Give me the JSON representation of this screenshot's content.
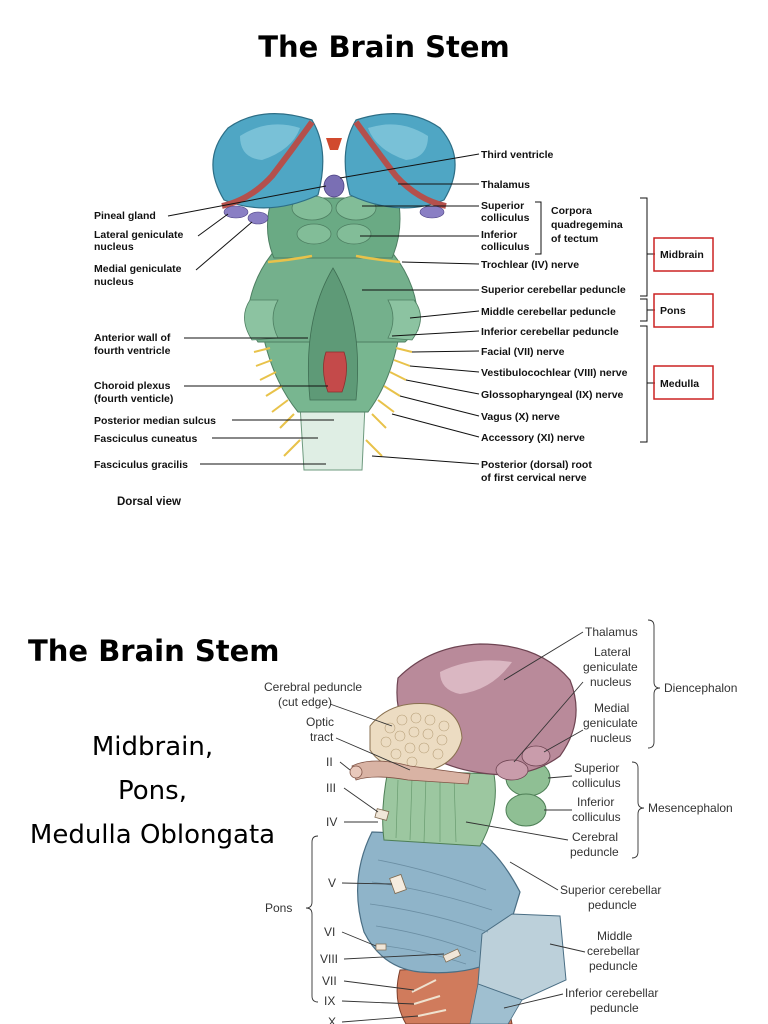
{
  "slide1": {
    "title": "The Brain Stem",
    "view_caption": "Dorsal view",
    "left_labels": {
      "pineal_gland": "Pineal gland",
      "lateral_geniculate_1": "Lateral geniculate",
      "lateral_geniculate_2": "nucleus",
      "medial_geniculate_1": "Medial geniculate",
      "medial_geniculate_2": "nucleus",
      "anterior_wall_1": "Anterior wall of",
      "anterior_wall_2": "fourth ventricle",
      "choroid_plexus_1": "Choroid plexus",
      "choroid_plexus_2": "(fourth venticle)",
      "posterior_median_sulcus": "Posterior median sulcus",
      "fasciculus_cuneatus": "Fasciculus cuneatus",
      "fasciculus_gracilis": "Fasciculus gracilis"
    },
    "right_labels": {
      "third_ventricle": "Third ventricle",
      "thalamus": "Thalamus",
      "superior_colliculus_1": "Superior",
      "superior_colliculus_2": "colliculus",
      "inferior_colliculus_1": "Inferior",
      "inferior_colliculus_2": "colliculus",
      "corpora_1": "Corpora",
      "corpora_2": "quadregemina",
      "corpora_3": "of tectum",
      "trochlear": "Trochlear (IV) nerve",
      "superior_cerebellar": "Superior cerebellar peduncle",
      "middle_cerebellar": "Middle cerebellar peduncle",
      "inferior_cerebellar": "Inferior cerebellar peduncle",
      "facial": "Facial (VII) nerve",
      "vestibulocochlear": "Vestibulocochlear (VIII) nerve",
      "glossopharyngeal": "Glossopharyngeal (IX) nerve",
      "vagus": "Vagus (X) nerve",
      "accessory": "Accessory (XI) nerve",
      "posterior_root_1": "Posterior (dorsal) root",
      "posterior_root_2": "of first cervical nerve"
    },
    "region_boxes": {
      "midbrain": "Midbrain",
      "pons": "Pons",
      "medulla": "Medulla"
    },
    "colors": {
      "region_box": "#cc2222",
      "thalamus": "#4fa6c4",
      "brainstem": "#6fb08a",
      "nerves": "#e8c24a",
      "choroid": "#c44a4a"
    }
  },
  "slide2": {
    "title": "The Brain Stem",
    "bullets": [
      "Midbrain,",
      "Pons,",
      "Medulla Oblongata"
    ],
    "labels": {
      "cerebral_peduncle_cut_1": "Cerebral peduncle",
      "cerebral_peduncle_cut_2": "(cut edge)",
      "optic_tract_1": "Optic",
      "optic_tract_2": "tract",
      "thalamus": "Thalamus",
      "lateral_geniculate_1": "Lateral",
      "lateral_geniculate_2": "geniculate",
      "lateral_geniculate_3": "nucleus",
      "medial_geniculate_1": "Medial",
      "medial_geniculate_2": "geniculate",
      "medial_geniculate_3": "nucleus",
      "diencephalon": "Diencephalon",
      "superior_colliculus_1": "Superior",
      "superior_colliculus_2": "colliculus",
      "inferior_colliculus_1": "Inferior",
      "inferior_colliculus_2": "colliculus",
      "cerebral_peduncle_1": "Cerebral",
      "cerebral_peduncle_2": "peduncle",
      "mesencephalon": "Mesencephalon",
      "superior_cerebellar_1": "Superior cerebellar",
      "superior_cerebellar_2": "peduncle",
      "middle_cerebellar_1": "Middle",
      "middle_cerebellar_2": "cerebellar",
      "middle_cerebellar_3": "peduncle",
      "inferior_cerebellar_1": "Inferior cerebellar",
      "inferior_cerebellar_2": "peduncle",
      "pons": "Pons",
      "nerve_ii": "II",
      "nerve_iii": "III",
      "nerve_iv": "IV",
      "nerve_v": "V",
      "nerve_vi": "VI",
      "nerve_viii": "VIII",
      "nerve_vii": "VII",
      "nerve_ix": "IX",
      "nerve_x": "X"
    },
    "colors": {
      "thalamus": "#b98a9a",
      "colliculi": "#8fbf94",
      "pons": "#8fb4c9",
      "cut_edge": "#ecdcc2"
    }
  }
}
